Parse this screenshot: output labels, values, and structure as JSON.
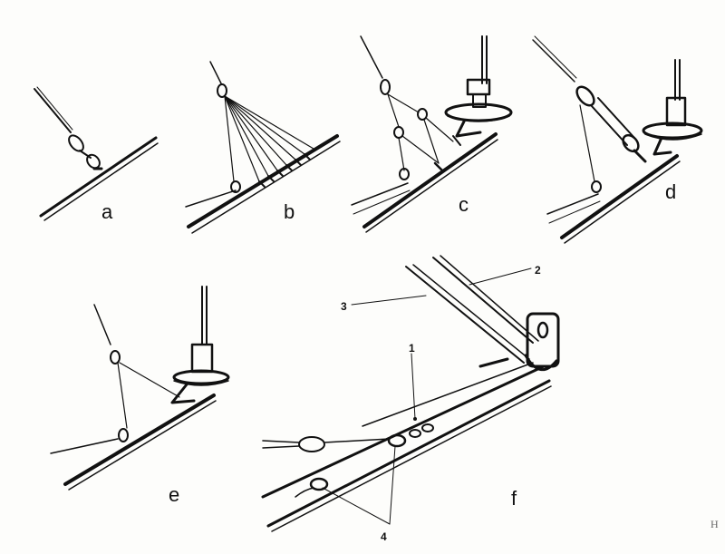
{
  "panels": [
    {
      "id": "a",
      "label": "a"
    },
    {
      "id": "b",
      "label": "b"
    },
    {
      "id": "c",
      "label": "c"
    },
    {
      "id": "d",
      "label": "d"
    },
    {
      "id": "e",
      "label": "e"
    },
    {
      "id": "f",
      "label": "f"
    }
  ],
  "callouts": [
    "1",
    "2",
    "3",
    "4"
  ],
  "corner_mark": "H"
}
